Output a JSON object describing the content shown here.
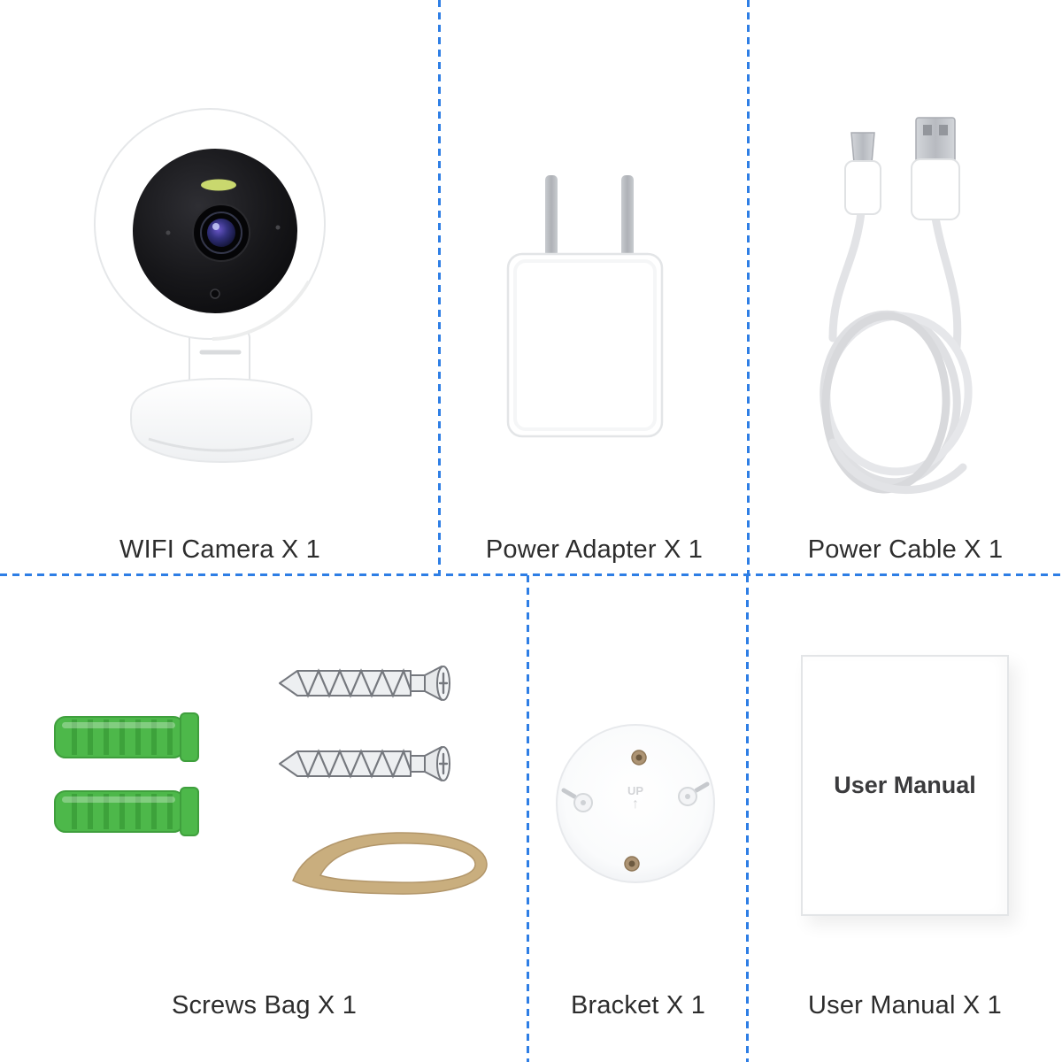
{
  "theme": {
    "background_color": "#ffffff",
    "divider_color": "#2e7ee5",
    "label_color": "#2d2d2d",
    "anchor_green": "#4db84a",
    "eject_tool_tan": "#c9ae7e",
    "camera_face_black": "#17171a"
  },
  "cells": [
    {
      "id": "wifi-camera",
      "label": "WIFI Camera X 1"
    },
    {
      "id": "power-adapter",
      "label": "Power Adapter X 1"
    },
    {
      "id": "power-cable",
      "label": "Power Cable X 1"
    },
    {
      "id": "screws-bag",
      "label": "Screws Bag X 1"
    },
    {
      "id": "bracket",
      "label": "Bracket X 1"
    },
    {
      "id": "user-manual",
      "label": "User Manual X 1"
    }
  ],
  "manual": {
    "cover_title": "User Manual"
  },
  "bracket": {
    "marking_text": "UP",
    "marking_arrow": "↑"
  }
}
